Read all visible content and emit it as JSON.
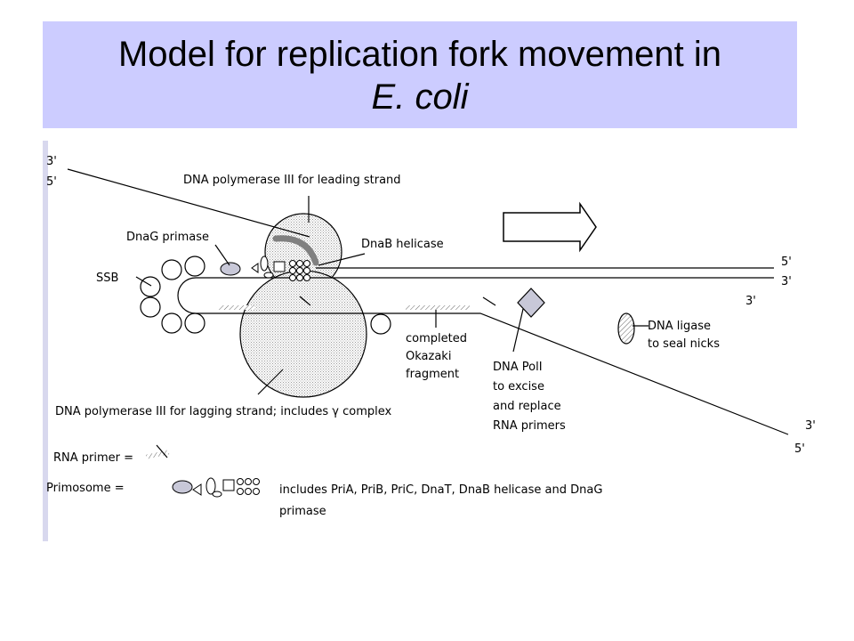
{
  "title": {
    "line1": "Model for replication fork movement in",
    "line2": "E. coli"
  },
  "strand_labels": {
    "top_left_3": "3'",
    "top_left_5": "5'",
    "right_top_5": "5'",
    "right_top_3": "3'",
    "right_mid_3": "3'",
    "bottom_right_3": "3'",
    "bottom_right_5": "5'"
  },
  "labels": {
    "pol3_leading": "DNA polymerase III for leading strand",
    "dnag": "DnaG primase",
    "dnab": "DnaB helicase",
    "ssb": "SSB",
    "okazaki": [
      "completed",
      "Okazaki",
      "fragment"
    ],
    "poli": [
      "DNA PolI",
      "to excise",
      "and replace",
      "RNA primers"
    ],
    "ligase": [
      "DNA ligase",
      "to seal nicks"
    ],
    "pol3_lagging_prefix": "DNA polymerase III for lagging strand; includes ",
    "gamma": "γ",
    "pol3_lagging_suffix": " complex"
  },
  "legend": {
    "rna_primer": "RNA primer =",
    "primosome": "Primosome =",
    "primosome_desc": [
      "includes PriA, PriB, PriC, DnaT, DnaB helicase and DnaG",
      "primase"
    ]
  },
  "colors": {
    "title_bg": "#ccccff",
    "polymerase_fill": "#e6e6e6",
    "arrow_curve": "#808080",
    "left_bar": "#d8d8ee"
  }
}
